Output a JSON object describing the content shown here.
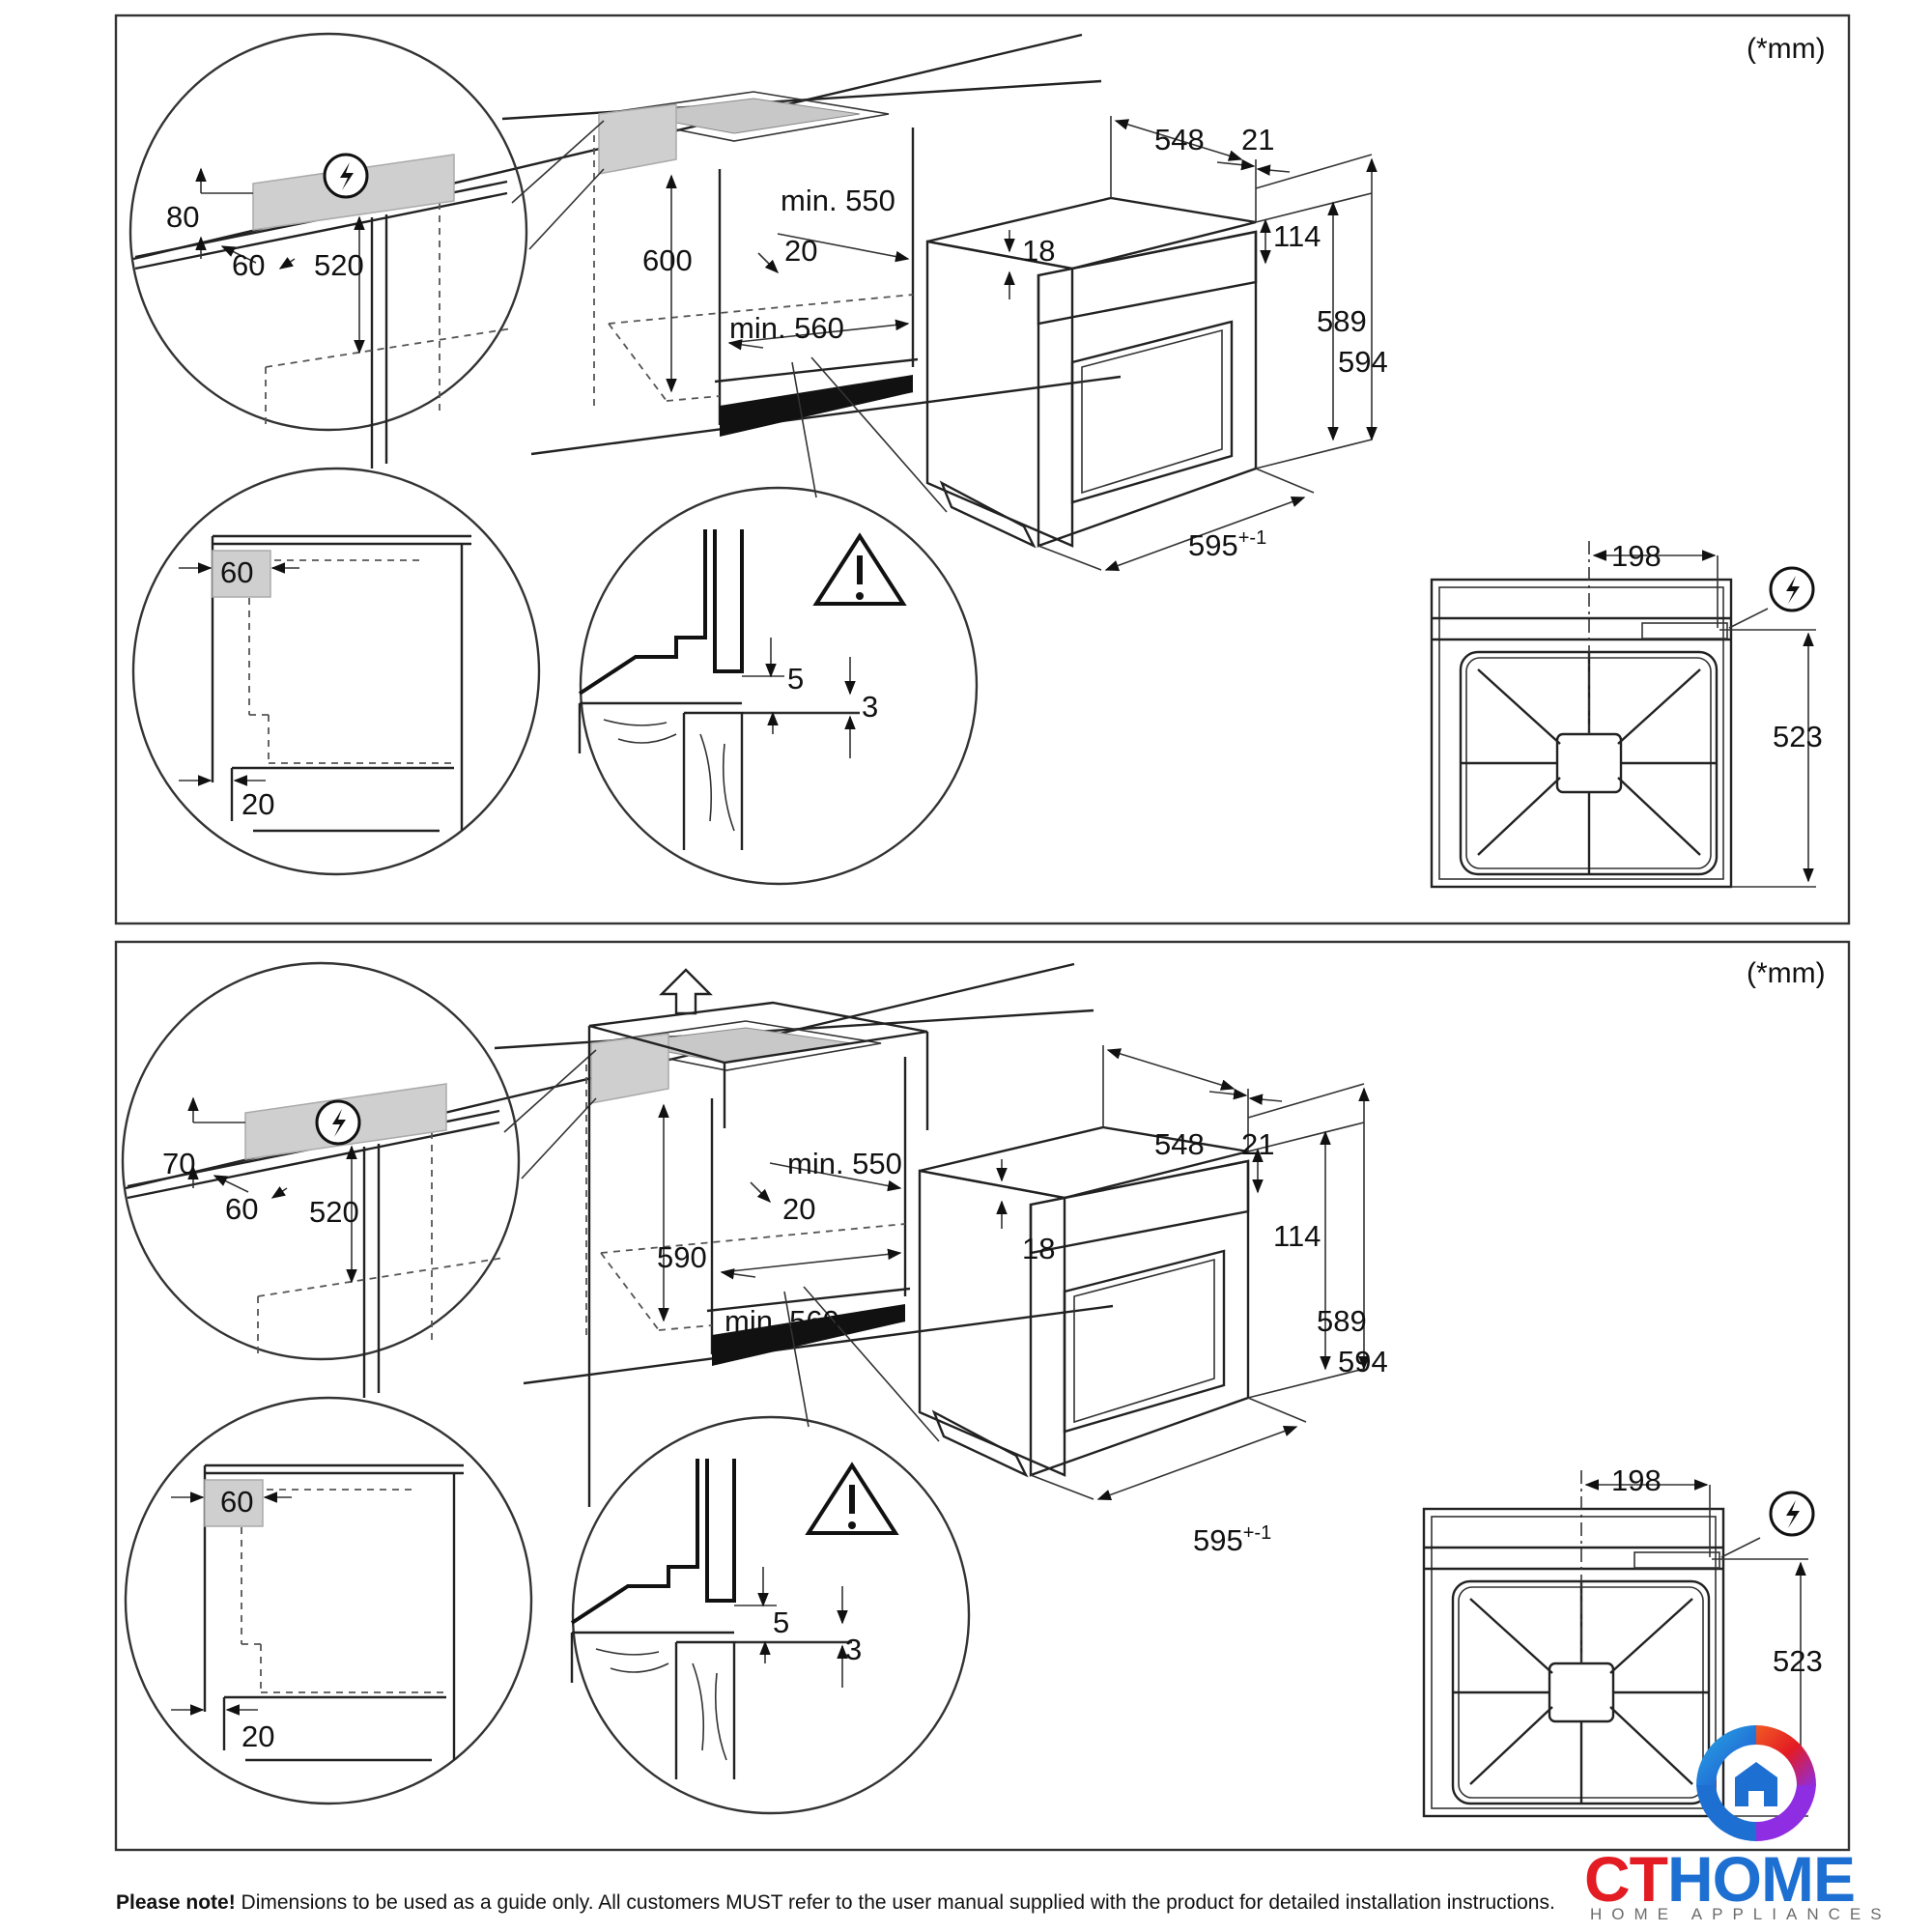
{
  "panels": [
    {
      "unit": "(*mm)",
      "niche": {
        "height": "600",
        "depth": "min. 550",
        "width": "min. 560",
        "rear_gap": "20"
      },
      "detail_socket": {
        "top": "80",
        "left": "60",
        "height": "520"
      },
      "detail_side": {
        "top": "60",
        "bottom": "20"
      },
      "detail_gap": {
        "a": "5",
        "b": "3"
      },
      "oven": {
        "depth": "548",
        "door": "21",
        "panel": "18",
        "control": "114",
        "height_a": "589",
        "height_b": "594",
        "width": "595",
        "tolerance": "+-1"
      },
      "rear_view": {
        "offset": "198",
        "height": "523"
      }
    },
    {
      "unit": "(*mm)",
      "niche": {
        "height": "590",
        "depth": "min. 550",
        "width": "min. 560",
        "rear_gap": "20"
      },
      "detail_socket": {
        "top": "70",
        "left": "60",
        "height": "520"
      },
      "detail_side": {
        "top": "60",
        "bottom": "20"
      },
      "detail_gap": {
        "a": "5",
        "b": "3"
      },
      "oven": {
        "depth": "548",
        "door": "21",
        "panel": "18",
        "control": "114",
        "height_a": "589",
        "height_b": "594",
        "width": "595",
        "tolerance": "+-1"
      },
      "rear_view": {
        "offset": "198",
        "height": "523"
      }
    }
  ],
  "footer": {
    "note_label": "Please note!",
    "note_text": " Dimensions to be used as a guide only. All customers MUST refer to the user manual supplied with the product for detailed installation instructions."
  },
  "brand": {
    "ct": "CT",
    "home": "HOME",
    "tagline": "HOME APPLIANCES"
  },
  "icons": [
    "power-socket-icon",
    "warning-triangle-icon",
    "airflow-arrow-icon",
    "cthome-logo-icon"
  ]
}
